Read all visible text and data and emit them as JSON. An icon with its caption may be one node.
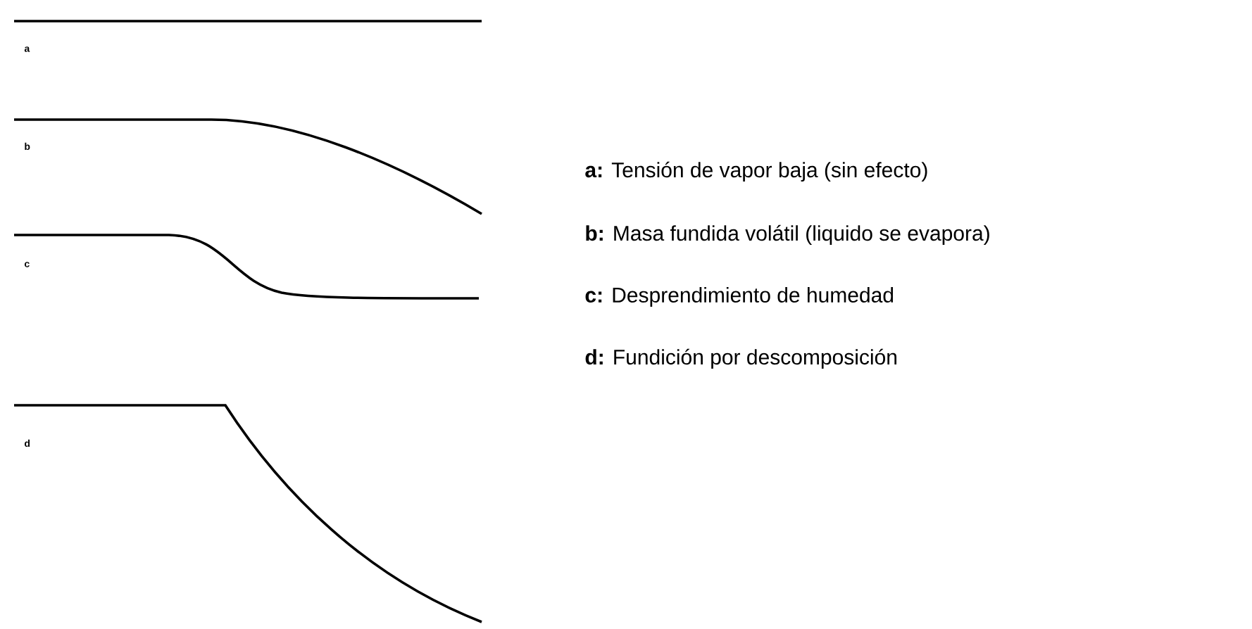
{
  "diagram": {
    "labels": [
      "a",
      "b",
      "c",
      "d",
      "**a:** Tensión de vapor baja (sin efecto)",
      "**b:** Masa fundida volátil (liquido se evapora)",
      "**c:** Desprendimiento de humedad",
      "**d:** Fundición por descomposición"
    ]
  }
}
